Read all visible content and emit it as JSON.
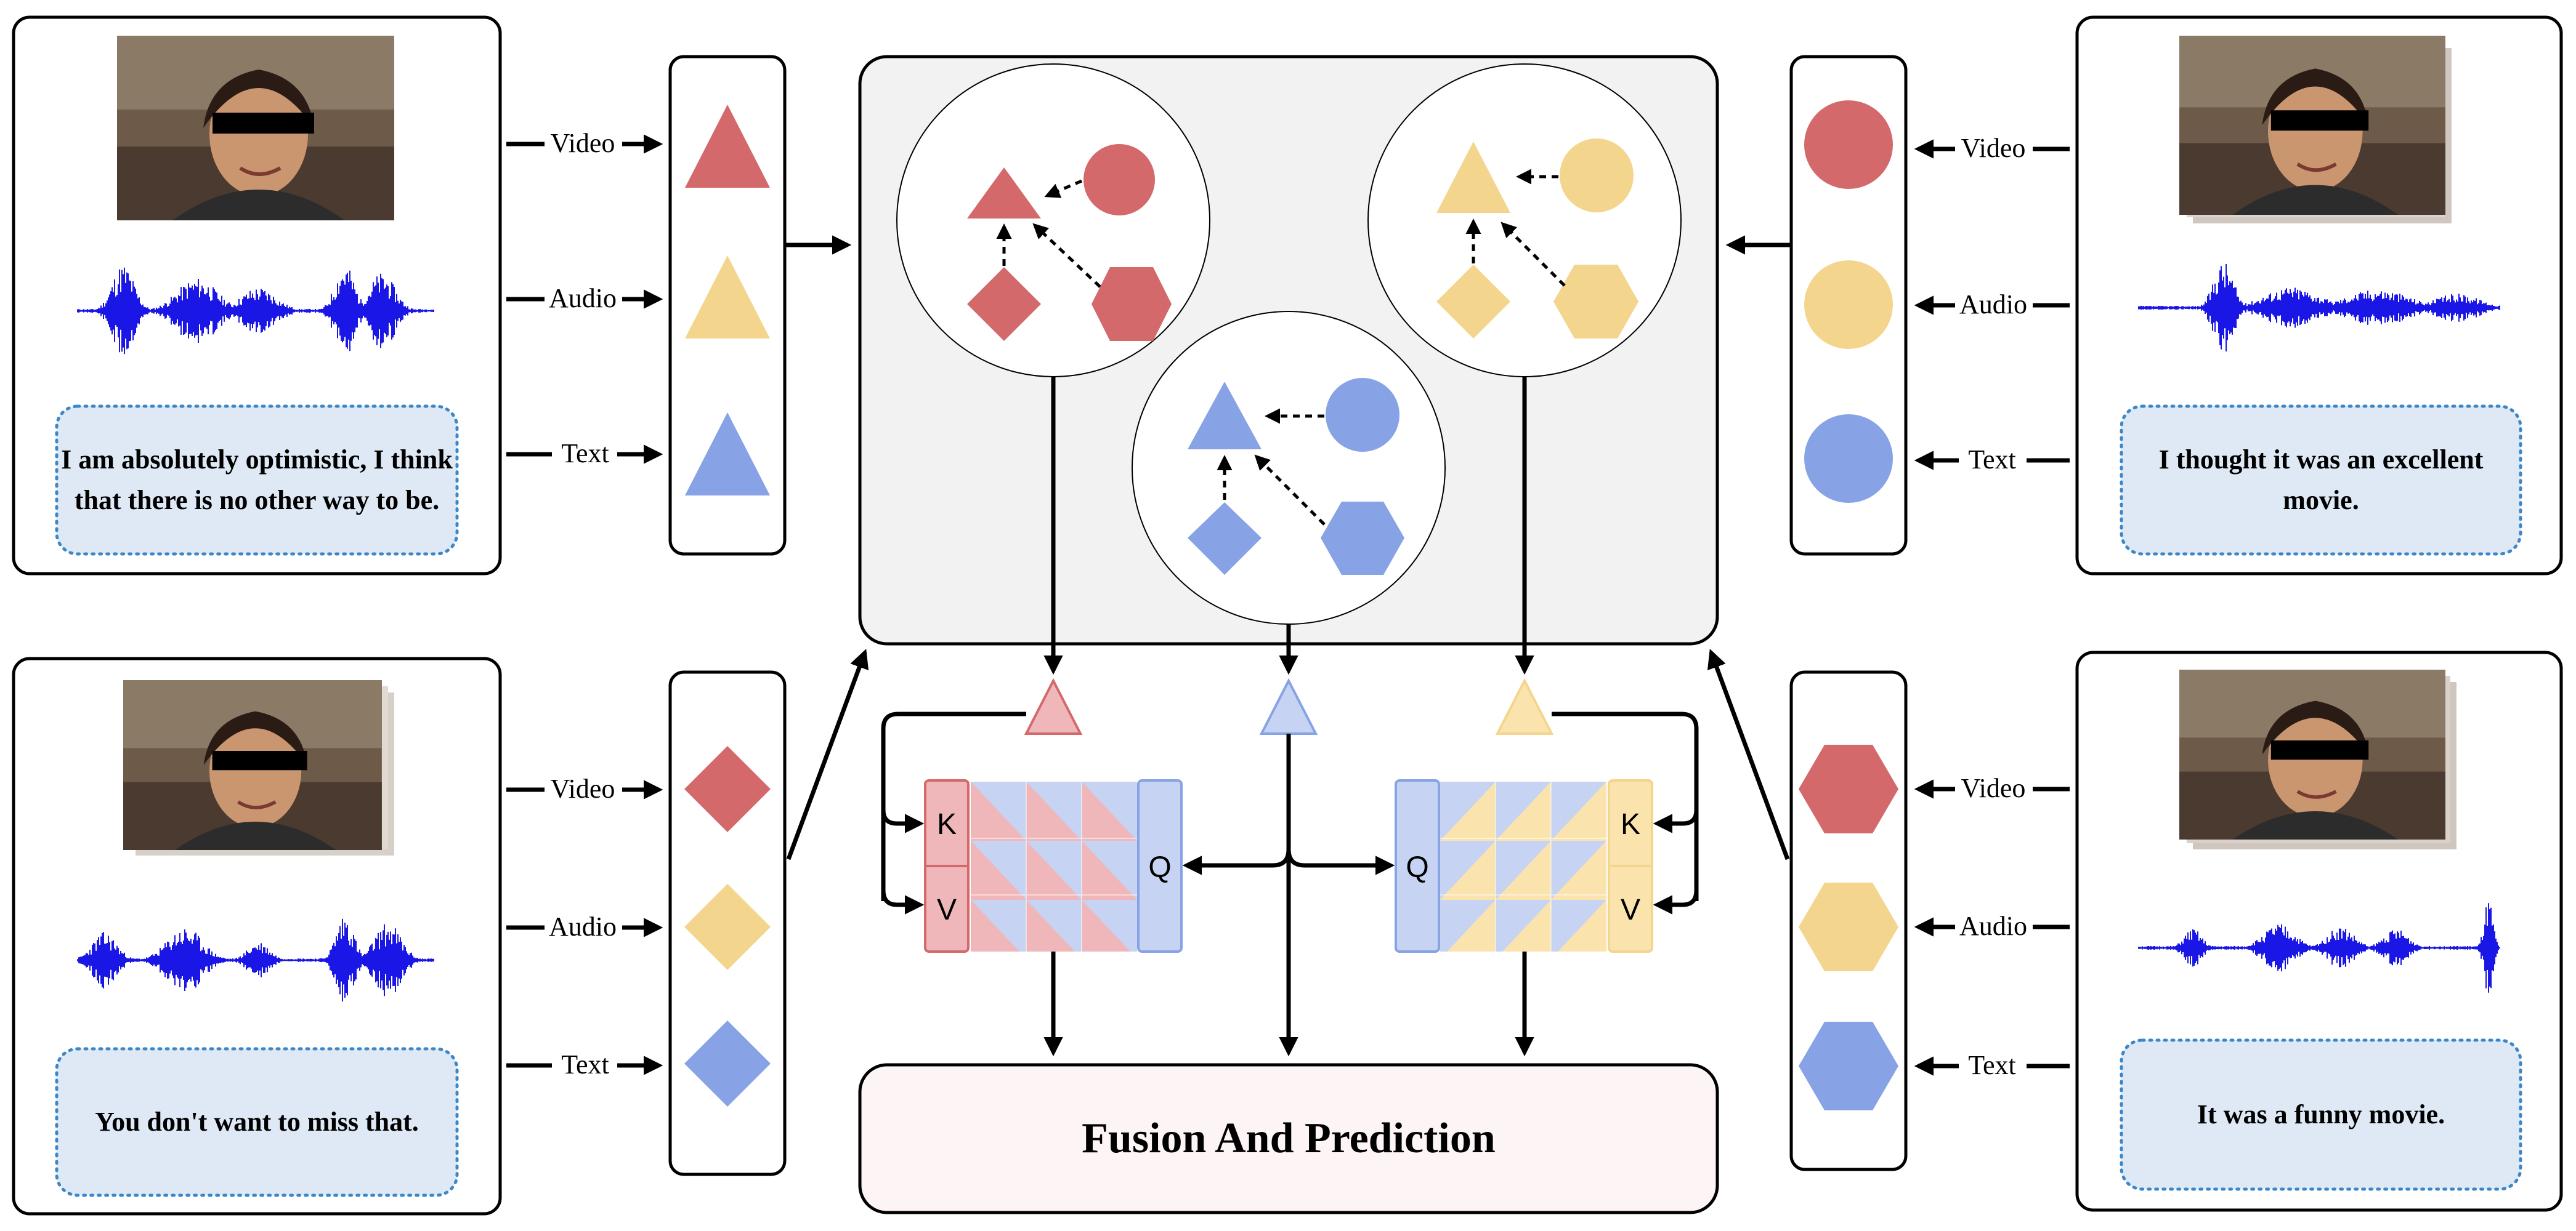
{
  "colors": {
    "video": "#d4696b",
    "audio": "#f4d58d",
    "text": "#87a3e6",
    "panel_bg": "#f2f2f2",
    "fusion_bg": "#fdf5f5",
    "caption_bg": "#dee9f5",
    "caption_border": "#3b87c8",
    "wave": "#1a16e6",
    "kv_fill": "#efb7b9",
    "q_fill": "#c6d3f2",
    "k_fill_yellow": "#fbe3ae"
  },
  "modalities": {
    "video": "Video",
    "audio": "Audio",
    "text": "Text"
  },
  "samples": {
    "top_left": {
      "caption": "I am absolutely optimistic, I think that there is no other way to be.",
      "icon_shape": "triangle"
    },
    "bottom_left": {
      "caption": "You don't want to miss that.",
      "icon_shape": "diamond"
    },
    "top_right": {
      "caption": "I thought it was an excellent movie.",
      "icon_shape": "circle"
    },
    "bottom_right": {
      "caption": "It was a funny movie.",
      "icon_shape": "hexagon"
    }
  },
  "attention": {
    "key_label": "K",
    "value_label": "V",
    "query_label": "Q"
  },
  "fusion": {
    "label": "Fusion And Prediction"
  },
  "icons": {
    "face_photo": "person-photo-icon",
    "waveform": "audio-waveform-icon"
  }
}
